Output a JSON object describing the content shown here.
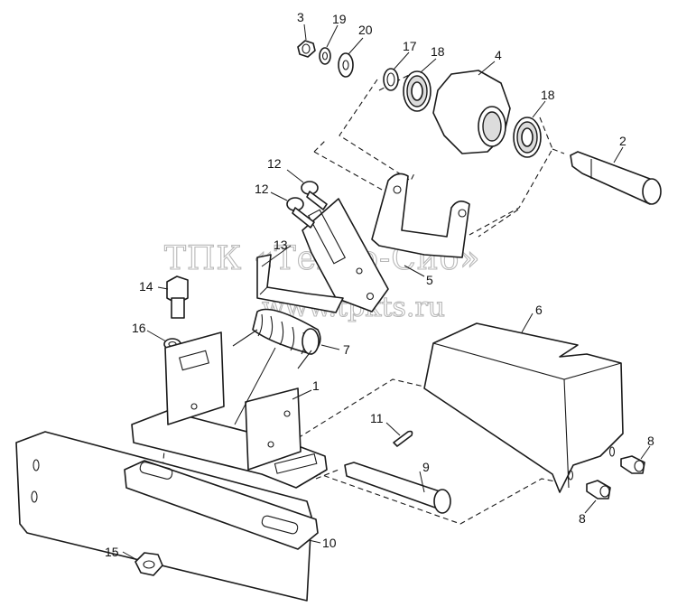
{
  "watermark": {
    "company": "ТПК «Техно-Сиб»",
    "url": "www.tpkts.ru"
  },
  "callouts": [
    "1",
    "2",
    "3",
    "4",
    "5",
    "6",
    "7",
    "8",
    "8",
    "9",
    "10",
    "11",
    "12",
    "12",
    "13",
    "14",
    "15",
    "16",
    "17",
    "18",
    "18",
    "19",
    "20"
  ],
  "colors": {
    "line": "#1a1a1a",
    "watermark": "#b8b8b8",
    "background": "#ffffff"
  }
}
